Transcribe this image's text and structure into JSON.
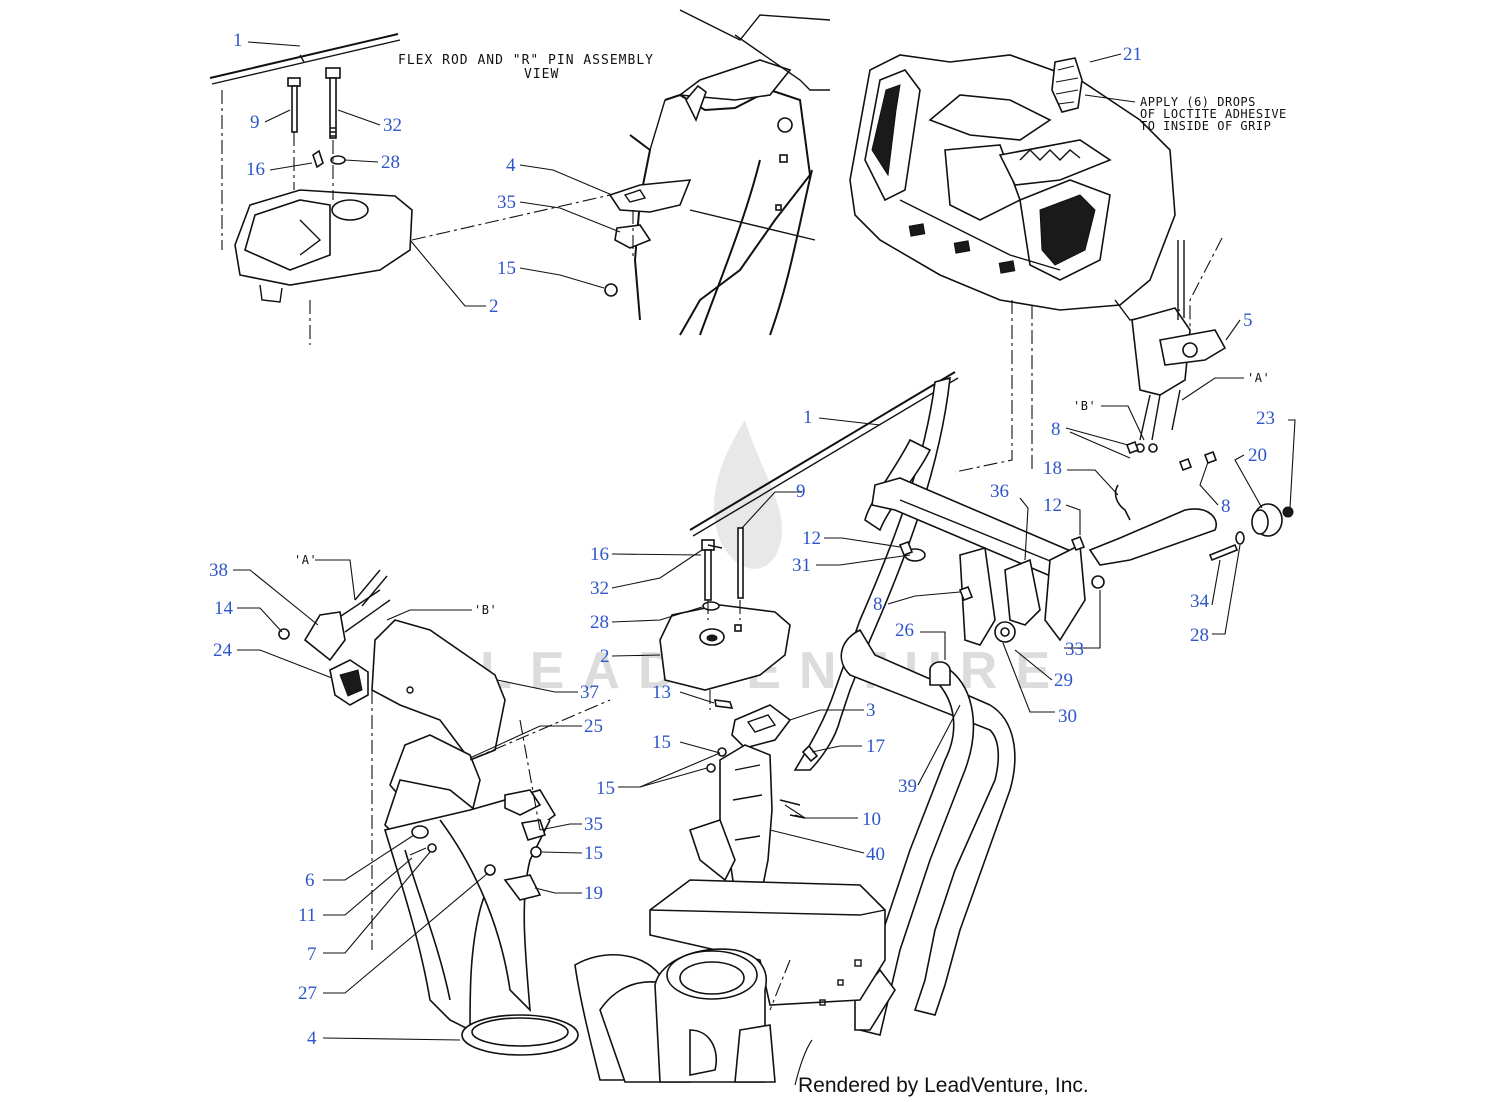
{
  "diagram": {
    "assembly_view_label_line1": "FLEX ROD AND \"R\" PIN ASSEMBLY",
    "assembly_view_label_line2": "VIEW",
    "grip_note_line1": "APPLY (6) DROPS",
    "grip_note_line2": "OF LOCTITE ADHESIVE",
    "grip_note_line3": "TO INSIDE OF GRIP",
    "watermark": "LEADVENTURE",
    "footer": "Rendered by LeadVenture, Inc.",
    "colors": {
      "callout": "#2f56c9",
      "line": "#111111",
      "watermark": "#d9d9d9"
    }
  },
  "callouts": {
    "c1a": "1",
    "c9a": "9",
    "c32a": "32",
    "c16a": "16",
    "c28a": "28",
    "c2a": "2",
    "c4a": "4",
    "c35a": "35",
    "c15a": "15",
    "c21": "21",
    "c5": "5",
    "cA1": "'A'",
    "cB1": "'B'",
    "c8a": "8",
    "c18": "18",
    "c36": "36",
    "c12a": "12",
    "c23": "23",
    "c20": "20",
    "c8b": "8",
    "c1b": "1",
    "c9b": "9",
    "c12b": "12",
    "c31": "31",
    "c8c": "8",
    "c16b": "16",
    "c32b": "32",
    "c28b": "28",
    "c2b": "2",
    "c26": "26",
    "c34": "34",
    "c28c": "28",
    "c33": "33",
    "c29": "29",
    "c30": "30",
    "c13": "13",
    "c3": "3",
    "c15b": "15",
    "c17": "17",
    "c15c": "15",
    "c39": "39",
    "c10": "10",
    "c40": "40",
    "cA2": "'A'",
    "cB2": "'B'",
    "c38": "38",
    "c14": "14",
    "c24": "24",
    "c37": "37",
    "c25": "25",
    "c35b": "35",
    "c15d": "15",
    "c6": "6",
    "c11": "11",
    "c19": "19",
    "c7": "7",
    "c27": "27",
    "c4b": "4"
  }
}
